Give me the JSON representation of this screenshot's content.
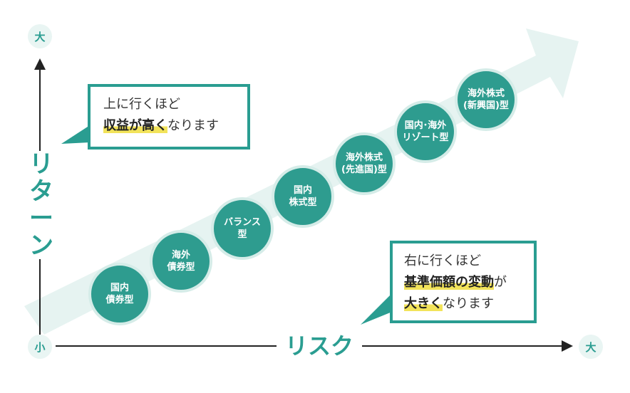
{
  "axes": {
    "y_label_chars": [
      "リ",
      "タ",
      "ー",
      "ン"
    ],
    "x_label": "リスク",
    "y_top": "大",
    "origin": "小",
    "x_end": "大"
  },
  "callout_return": {
    "line1": "上に行くほど",
    "highlight": "収益が高く",
    "rest": "なります"
  },
  "callout_risk": {
    "line1": "右に行くほど",
    "highlight1": "基準価額の変動",
    "suffix1": "が",
    "highlight2": "大きく",
    "rest2": "なります"
  },
  "funds": [
    {
      "line1": "国内",
      "line2": "債券型"
    },
    {
      "line1": "海外",
      "line2": "債券型"
    },
    {
      "line1": "バランス",
      "line2": "型"
    },
    {
      "line1": "国内",
      "line2": "株式型"
    },
    {
      "line1": "海外株式",
      "line2": "(先進国)型"
    },
    {
      "line1": "国内･海外",
      "line2": "リゾート型"
    },
    {
      "line1": "海外株式",
      "line2": "(新興国)型"
    }
  ],
  "colors": {
    "accent": "#2a9d91",
    "fund_circle": "#2e9c8f",
    "arrow_band": "#e6f3f1",
    "highlight": "#f2e35a"
  }
}
